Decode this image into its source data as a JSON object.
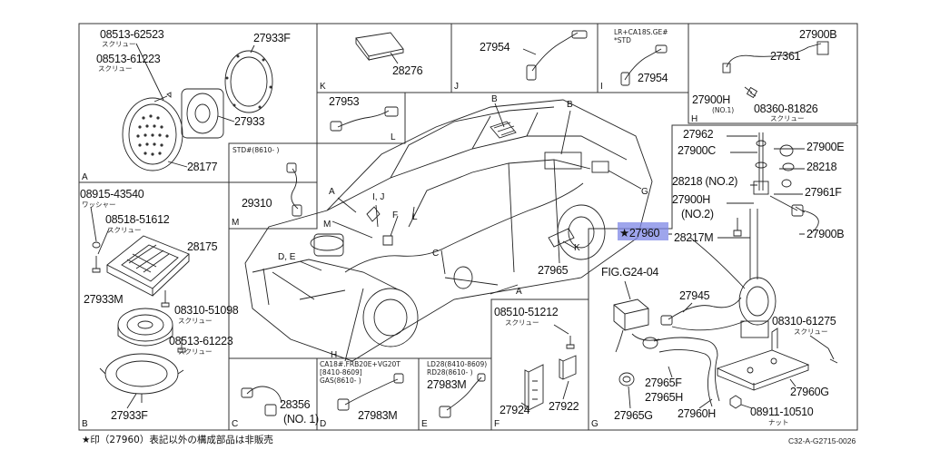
{
  "panels": {
    "A": {
      "letter": "A",
      "parts": [
        "08513-62523",
        "スクリュー",
        "08513-61223",
        "スクリュー",
        "27933F",
        "27933",
        "28177"
      ]
    },
    "B": {
      "letter": "B",
      "parts": [
        "08915-43540",
        "ワッシャー",
        "08518-51612",
        "スクリュー",
        "28175",
        "27933M",
        "08310-51098",
        "スクリュー",
        "08513-61223",
        "スクリュー",
        "27933F"
      ]
    },
    "C": {
      "letter": "C",
      "parts": [
        "28356",
        "(NO. 1)"
      ]
    },
    "D": {
      "letter": "D",
      "notes": [
        "CA18#.FRB20E+VG20T",
        "[8410-8609]",
        "GAS(8610-   )"
      ],
      "parts": [
        "27983M"
      ]
    },
    "E": {
      "letter": "E",
      "notes": [
        "LD28(8410-8609)",
        "RD28(8610-   )"
      ],
      "parts": [
        "27983M"
      ]
    },
    "F": {
      "letter": "F",
      "parts": [
        "08510-51212",
        "スクリュー",
        "27924",
        "27922"
      ]
    },
    "G": {
      "letter": "G",
      "parts": [
        "FIG.G24-04",
        "27945",
        "08310-61275",
        "スクリュー",
        "27965F",
        "27965H",
        "27960G",
        "27965G",
        "27960H",
        "08911-10510",
        "ナット"
      ]
    },
    "H": {
      "letter": "H",
      "parts": [
        "27900B",
        "27361",
        "27900H",
        "(NO.1)",
        "08360-81826",
        "スクリュー"
      ]
    },
    "I": {
      "letter": "I",
      "notes": [
        "LR+CA18S.GE#",
        "*STD"
      ],
      "parts": [
        "27954"
      ]
    },
    "J": {
      "letter": "J",
      "parts": [
        "27954"
      ]
    },
    "K": {
      "letter": "K",
      "parts": [
        "28276"
      ]
    },
    "L": {
      "letter": "L",
      "parts": [
        "27953"
      ]
    },
    "M": {
      "letter": "M",
      "notes": [
        "STD#(8610-    )"
      ],
      "parts": [
        "29310"
      ]
    }
  },
  "car_labels": [
    "B",
    "B",
    "G",
    "I, J",
    "F",
    "L",
    "M",
    "A",
    "D, E",
    "C",
    "H",
    "A",
    "K"
  ],
  "car_parts": [
    "27965"
  ],
  "antenna": {
    "highlight_part": "★27960",
    "parts": [
      "27962",
      "27900C",
      "27900E",
      "28218",
      "28218 (NO.2)",
      "27961F",
      "27900H",
      "(NO.2)",
      "28217M",
      "27900B"
    ]
  },
  "footer": {
    "note": "★印（27960）表記以外の構成部品は非販売",
    "ref": "C32-A-G2715-0026"
  },
  "colors": {
    "ink": "#222222",
    "highlight": "#7d87e6",
    "paper": "#ffffff"
  }
}
